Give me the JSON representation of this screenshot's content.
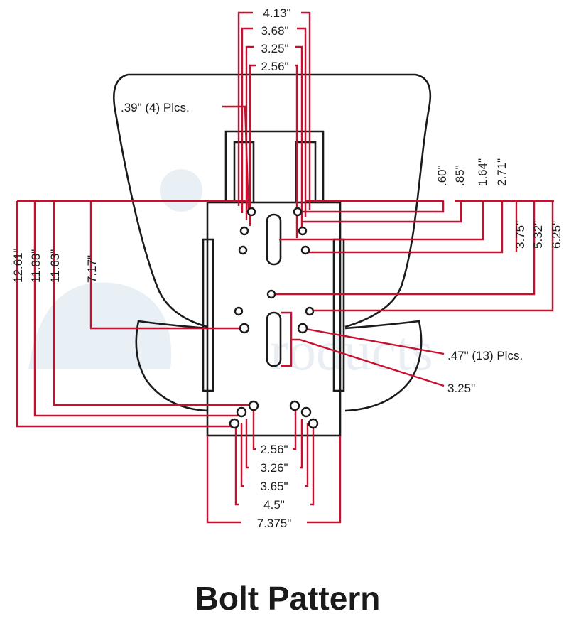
{
  "title": "Bolt Pattern",
  "colors": {
    "dimension_line": "#c8102e",
    "outline": "#1a1a1a",
    "text": "#1c1c1c"
  },
  "top_dims": [
    "4.13\"",
    "3.68\"",
    "3.25\"",
    "2.56\""
  ],
  "hole_note_small": ".39\" (4) Plcs.",
  "right_upper_dims": [
    ".60\"",
    ".85\"",
    "1.64\"",
    "2.71\""
  ],
  "right_lower_dims": [
    "3.75\"",
    "5.32\"",
    "6.25\""
  ],
  "left_dims": [
    "12.61\"",
    "11.88\"",
    "11.63\"",
    "7.17\""
  ],
  "hole_note_large": ".47\" (13) Plcs.",
  "slot_dim": "3.25\"",
  "bottom_dims": [
    "2.56\"",
    "3.26\"",
    "3.65\"",
    "4.5\"",
    "7.375\""
  ]
}
